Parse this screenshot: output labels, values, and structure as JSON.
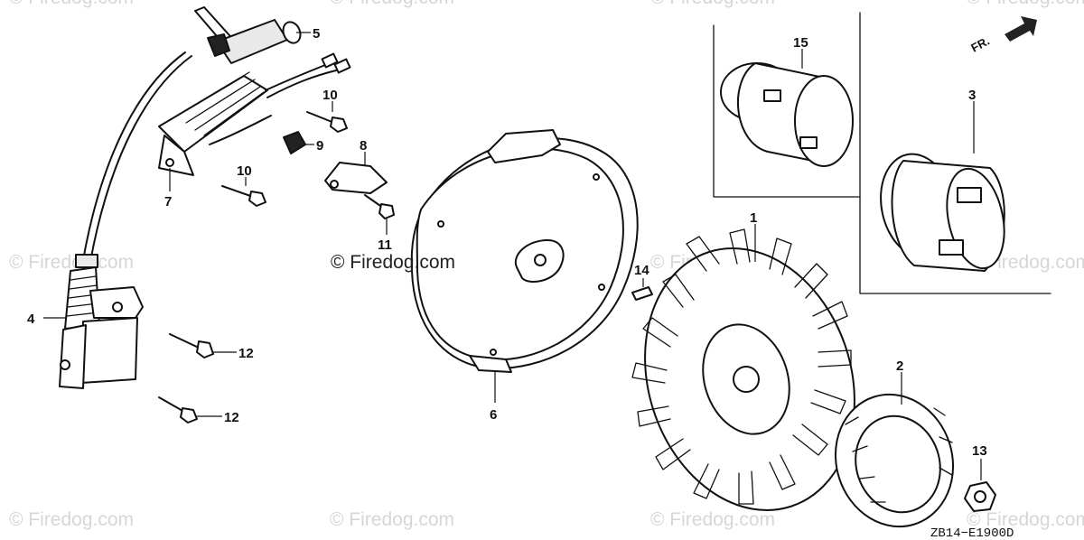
{
  "diagram": {
    "drawing_code": "ZB14−E1900D",
    "direction_label": "FR.",
    "watermark": "© Firedog.com",
    "callouts": {
      "c1": "1",
      "c2": "2",
      "c3": "3",
      "c4": "4",
      "c5": "5",
      "c6": "6",
      "c7": "7",
      "c8": "8",
      "c9": "9",
      "c10a": "10",
      "c10b": "10",
      "c11": "11",
      "c12a": "12",
      "c12b": "12",
      "c13": "13",
      "c14": "14",
      "c15": "15"
    }
  }
}
